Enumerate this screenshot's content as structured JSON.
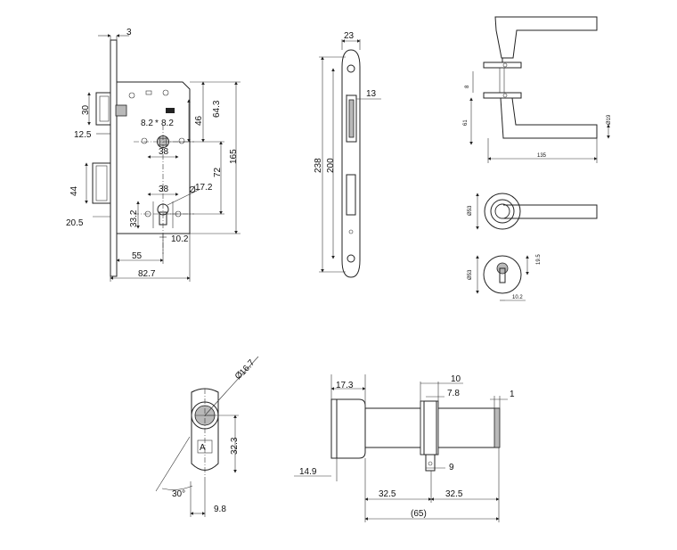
{
  "lock_body": {
    "dim_3": "3",
    "dim_30": "30",
    "dim_12_5": "12.5",
    "dim_44": "44",
    "dim_20_5": "20.5",
    "dim_8_2_left": "8.2",
    "dim_8_2_right": "8.2",
    "dim_38_top": "38",
    "dim_38_bottom": "38",
    "dim_46": "46",
    "dim_64_3": "64.3",
    "dim_72": "72",
    "dim_165": "165",
    "dim_17_2": "17.2",
    "dim_33_2": "33.2",
    "dim_10_2": "10.2",
    "dim_55": "55",
    "dim_82_7": "82.7"
  },
  "faceplate": {
    "dim_23": "23",
    "dim_13": "13",
    "dim_238": "238",
    "dim_200": "200"
  },
  "handle_side": {
    "dim_8": "8",
    "dim_61": "61",
    "dim_135": "135",
    "dim_19": "Ø19"
  },
  "handle_top": {
    "dim_53": "Ø53"
  },
  "escutcheon": {
    "dim_53": "Ø53",
    "dim_19_5": "19.5",
    "dim_10_2": "10.2"
  },
  "cylinder_front": {
    "dim_16_7": "16.7",
    "dim_32_3": "32.3",
    "dim_30deg": "30°",
    "dim_9_8": "9.8"
  },
  "cylinder_side": {
    "dim_17_3": "17.3",
    "dim_10": "10",
    "dim_7_8": "7.8",
    "dim_1": "1",
    "dim_14_9": "14.9",
    "dim_9": "9",
    "dim_32_5_left": "32.5",
    "dim_32_5_right": "32.5",
    "dim_65": "(65)"
  }
}
